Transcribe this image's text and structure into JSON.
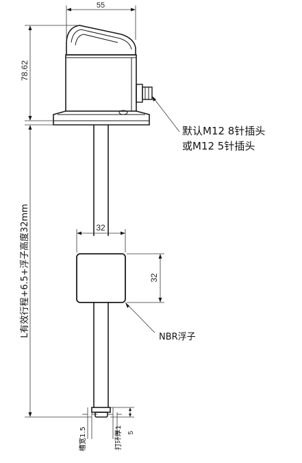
{
  "dimensions": {
    "width_top": "55",
    "height_head": "78.62",
    "float_width": "32",
    "float_height": "32",
    "length_label": "L有效行程+6.5+浮子高度32mm",
    "groove_width": "槽宽1.5",
    "ring_thickness": "打环厚1",
    "bottom_offset": "5"
  },
  "callouts": {
    "connector_line1": "默认M12 8针插头",
    "connector_line2": "或M12 5针插头",
    "float_material": "NBR浮子"
  }
}
